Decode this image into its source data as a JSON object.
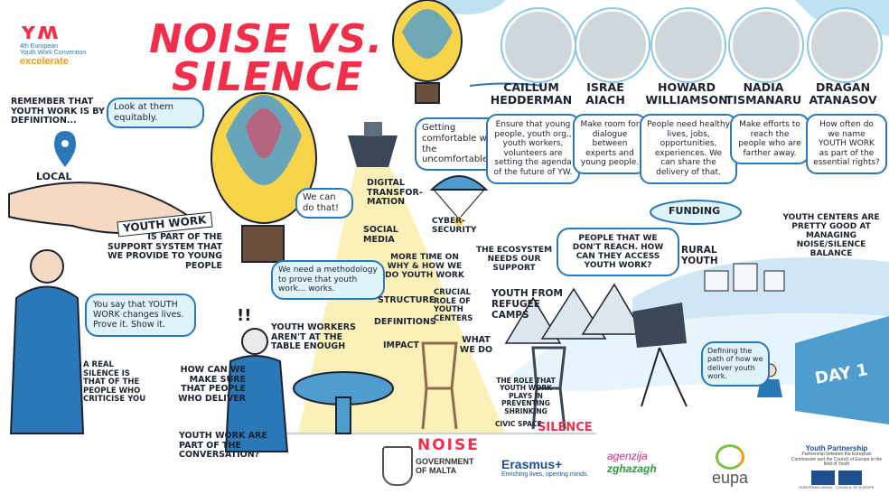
{
  "header": {
    "logo_line1": "4th European",
    "logo_line2": "Youth Work Convention",
    "logo_brand": "excelerate",
    "title_line1": "NOISE VS.",
    "title_line2": "SILENCE"
  },
  "left": {
    "remember": "REMEMBER THAT YOUTH WORK IS BY DEFINITION...",
    "local": "LOCAL",
    "look": "Look at them equitably.",
    "youth_work": "YOUTH WORK",
    "is_part": "IS PART OF THE SUPPORT SYSTEM THAT WE PROVIDE TO YOUNG PEOPLE",
    "prove": "You say that YOUTH WORK changes lives. Prove it. Show it.",
    "silence_note": "A REAL SILENCE IS THAT OF THE PEOPLE WHO CRITICISE YOU"
  },
  "middle": {
    "can_do": "We can do that!",
    "methodology": "We need a methodology to prove that youth work... works.",
    "exclaim": "!!",
    "not_at_table": "YOUTH WORKERS AREN'T AT THE TABLE ENOUGH",
    "how_can": "HOW CAN WE MAKE SURE THAT PEOPLE WHO DELIVER",
    "youth_work_part": "YOUTH WORK ARE PART OF THE CONVERSATION?",
    "comfortable": "Getting comfortable with the uncomfortable.",
    "beam_items": [
      "DIGITAL TRANSFOR-MATION",
      "CYBER-SECURITY",
      "SOCIAL MEDIA",
      "MORE TIME ON WHY & HOW WE DO YOUTH WORK",
      "STRUCTURE",
      "CRUCIAL ROLE OF YOUTH CENTERS",
      "DEFINITIONS",
      "IMPACT",
      "WHAT WE DO"
    ],
    "noise": "NOISE",
    "silence": "SILENCE",
    "role": "THE ROLE THAT YOUTH WORK PLAYS IN PREVENTING SHRINKING",
    "civic": "CIVIC SPACE"
  },
  "speakers": [
    {
      "first": "CAILLUM",
      "last": "HEDDERMAN",
      "quote": "Ensure that young people, youth org., youth workers, volunteers are setting the agenda of the future of YW."
    },
    {
      "first": "ISRAE",
      "last": "AIACH",
      "quote": "Make room for dialogue between experts and young people."
    },
    {
      "first": "HOWARD",
      "last": "WILLIAMSON",
      "quote": "People need healthy lives, jobs, opportunities, experiences. We can share the delivery of that."
    },
    {
      "first": "NADIA",
      "last": "TISMANARU",
      "quote": "Make efforts to reach the people who are farther away."
    },
    {
      "first": "DRAGAN",
      "last": "ATANASOV",
      "quote": "How often do we name YOUTH WORK as part of the essential rights?"
    }
  ],
  "right": {
    "funding": "FUNDING",
    "ecosystem": "THE ECOSYSTEM NEEDS OUR SUPPORT",
    "people_reach": "PEOPLE THAT WE DON'T REACH. HOW CAN THEY ACCESS YOUTH WORK?",
    "centers": "YOUTH CENTERS ARE PRETTY GOOD AT MANAGING NOISE/SILENCE BALANCE",
    "rural": "RURAL YOUTH",
    "refugee": "YOUTH FROM REFUGEE CAMPS",
    "defining": "Defining the path of how we deliver youth work.",
    "day": "DAY 1"
  },
  "footer": {
    "gov1": "GOVERNMENT",
    "gov2": "OF MALTA",
    "erasmus": "Erasmus+",
    "erasmus_tag": "Enriching lives, opening minds.",
    "agenzija1": "agenzija",
    "agenzija2": "zghazagh",
    "eupa": "eupa",
    "yp_title": "Youth Partnership",
    "yp_text": "Partnership between the European Commission and the Council of Europe in the field of Youth",
    "eu": "EUROPEAN UNION",
    "coe": "COUNCIL OF EUROPE"
  },
  "colors": {
    "accent_red": "#f22f4a",
    "blue": "#2a78b7",
    "light_blue": "#dff3fb",
    "yellow": "#f7d44a",
    "ink": "#1c2230"
  }
}
